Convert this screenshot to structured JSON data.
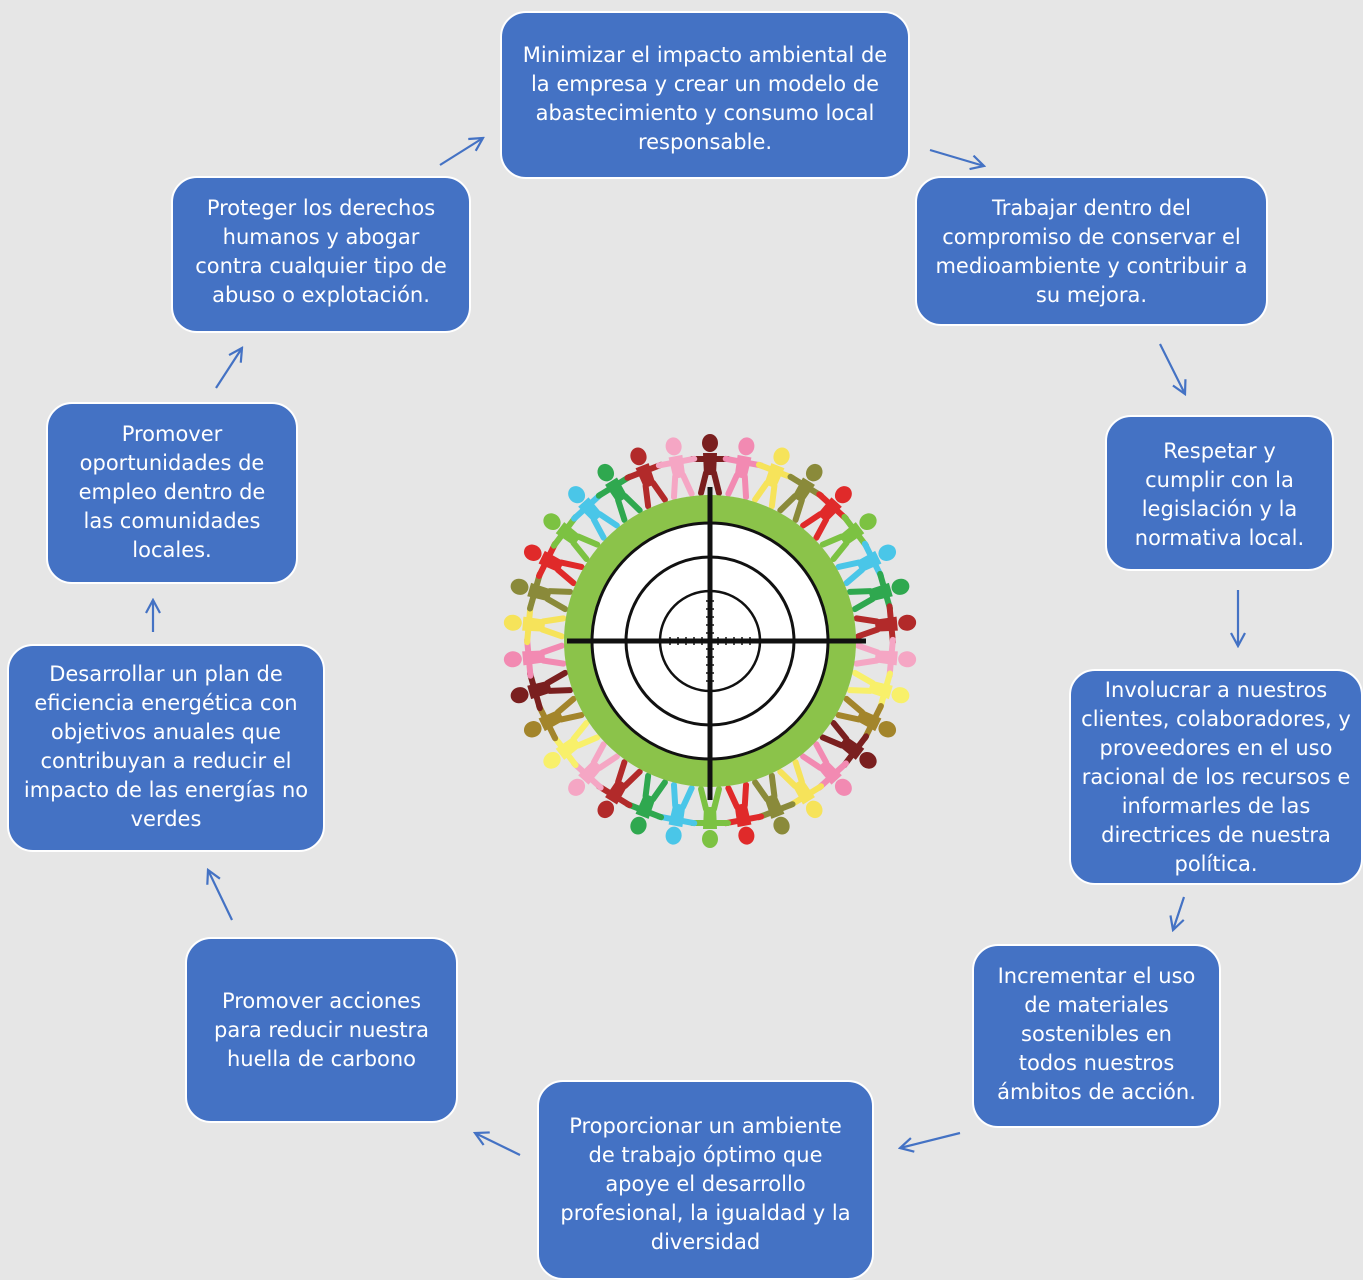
{
  "colors": {
    "background": "#e6e6e6",
    "box_fill": "#4472c4",
    "box_border": "#ffffff",
    "arrow": "#4472c4",
    "target_ring": "#8bc34a"
  },
  "steps": [
    {
      "text": "Minimizar el impacto ambiental de la empresa y crear un modelo de abastecimiento y consumo local responsable."
    },
    {
      "text": "Trabajar dentro del compromiso de conservar el medioambiente y contribuir a su mejora."
    },
    {
      "text": "Respetar y cumplir con la legislación y la normativa local."
    },
    {
      "text": "Involucrar a nuestros clientes, colaboradores, y proveedores en el uso racional de los recursos e informarles de las directrices de nuestra política."
    },
    {
      "text": "Incrementar el uso de materiales sostenibles en todos nuestros ámbitos de acción."
    },
    {
      "text": "Proporcionar un ambiente de trabajo óptimo que apoye el desarrollo profesional, la igualdad y la diversidad"
    },
    {
      "text": "Promover acciones para reducir nuestra huella de carbono"
    },
    {
      "text": "Desarrollar un plan de eficiencia energética con objetivos anuales que contribuyan a reducir el impacto de las energías no verdes"
    },
    {
      "text": "Promover oportunidades de empleo dentro de las comunidades locales."
    },
    {
      "text": "Proteger los derechos humanos y abogar contra cualquier tipo de abuso o explotación."
    }
  ],
  "center_graphic": {
    "icon": "target-crosshair-with-people-circle-icon",
    "people_colors": [
      "#7a1f1f",
      "#f28ab2",
      "#f6e35a",
      "#8a8a3a",
      "#e02a2a",
      "#7cc242",
      "#4ac6e8",
      "#2fa84f",
      "#b22a2a",
      "#f5a6c4",
      "#f8f06a",
      "#a3852b"
    ]
  }
}
